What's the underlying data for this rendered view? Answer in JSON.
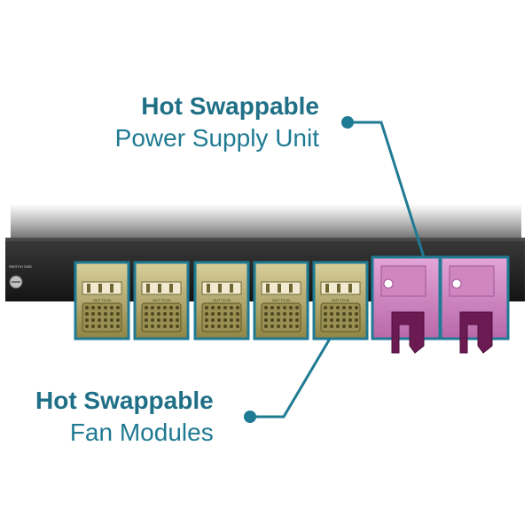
{
  "colors": {
    "accent": "#1f7a93",
    "fan_fill": "#b8a860",
    "psu_fill": "#d28cc6",
    "chassis": "#2e2e2e"
  },
  "callouts": {
    "psu": {
      "title": "Hot Swappable",
      "subtitle": "Power Supply Unit"
    },
    "fan": {
      "title": "Hot Swappable",
      "subtitle": "Fan Modules"
    }
  },
  "chassis": {
    "panel_text": "SWITCH\nGND"
  },
  "fan_modules": {
    "count": 5,
    "label": "OUT TO IN"
  },
  "psu_units": {
    "count": 2
  }
}
